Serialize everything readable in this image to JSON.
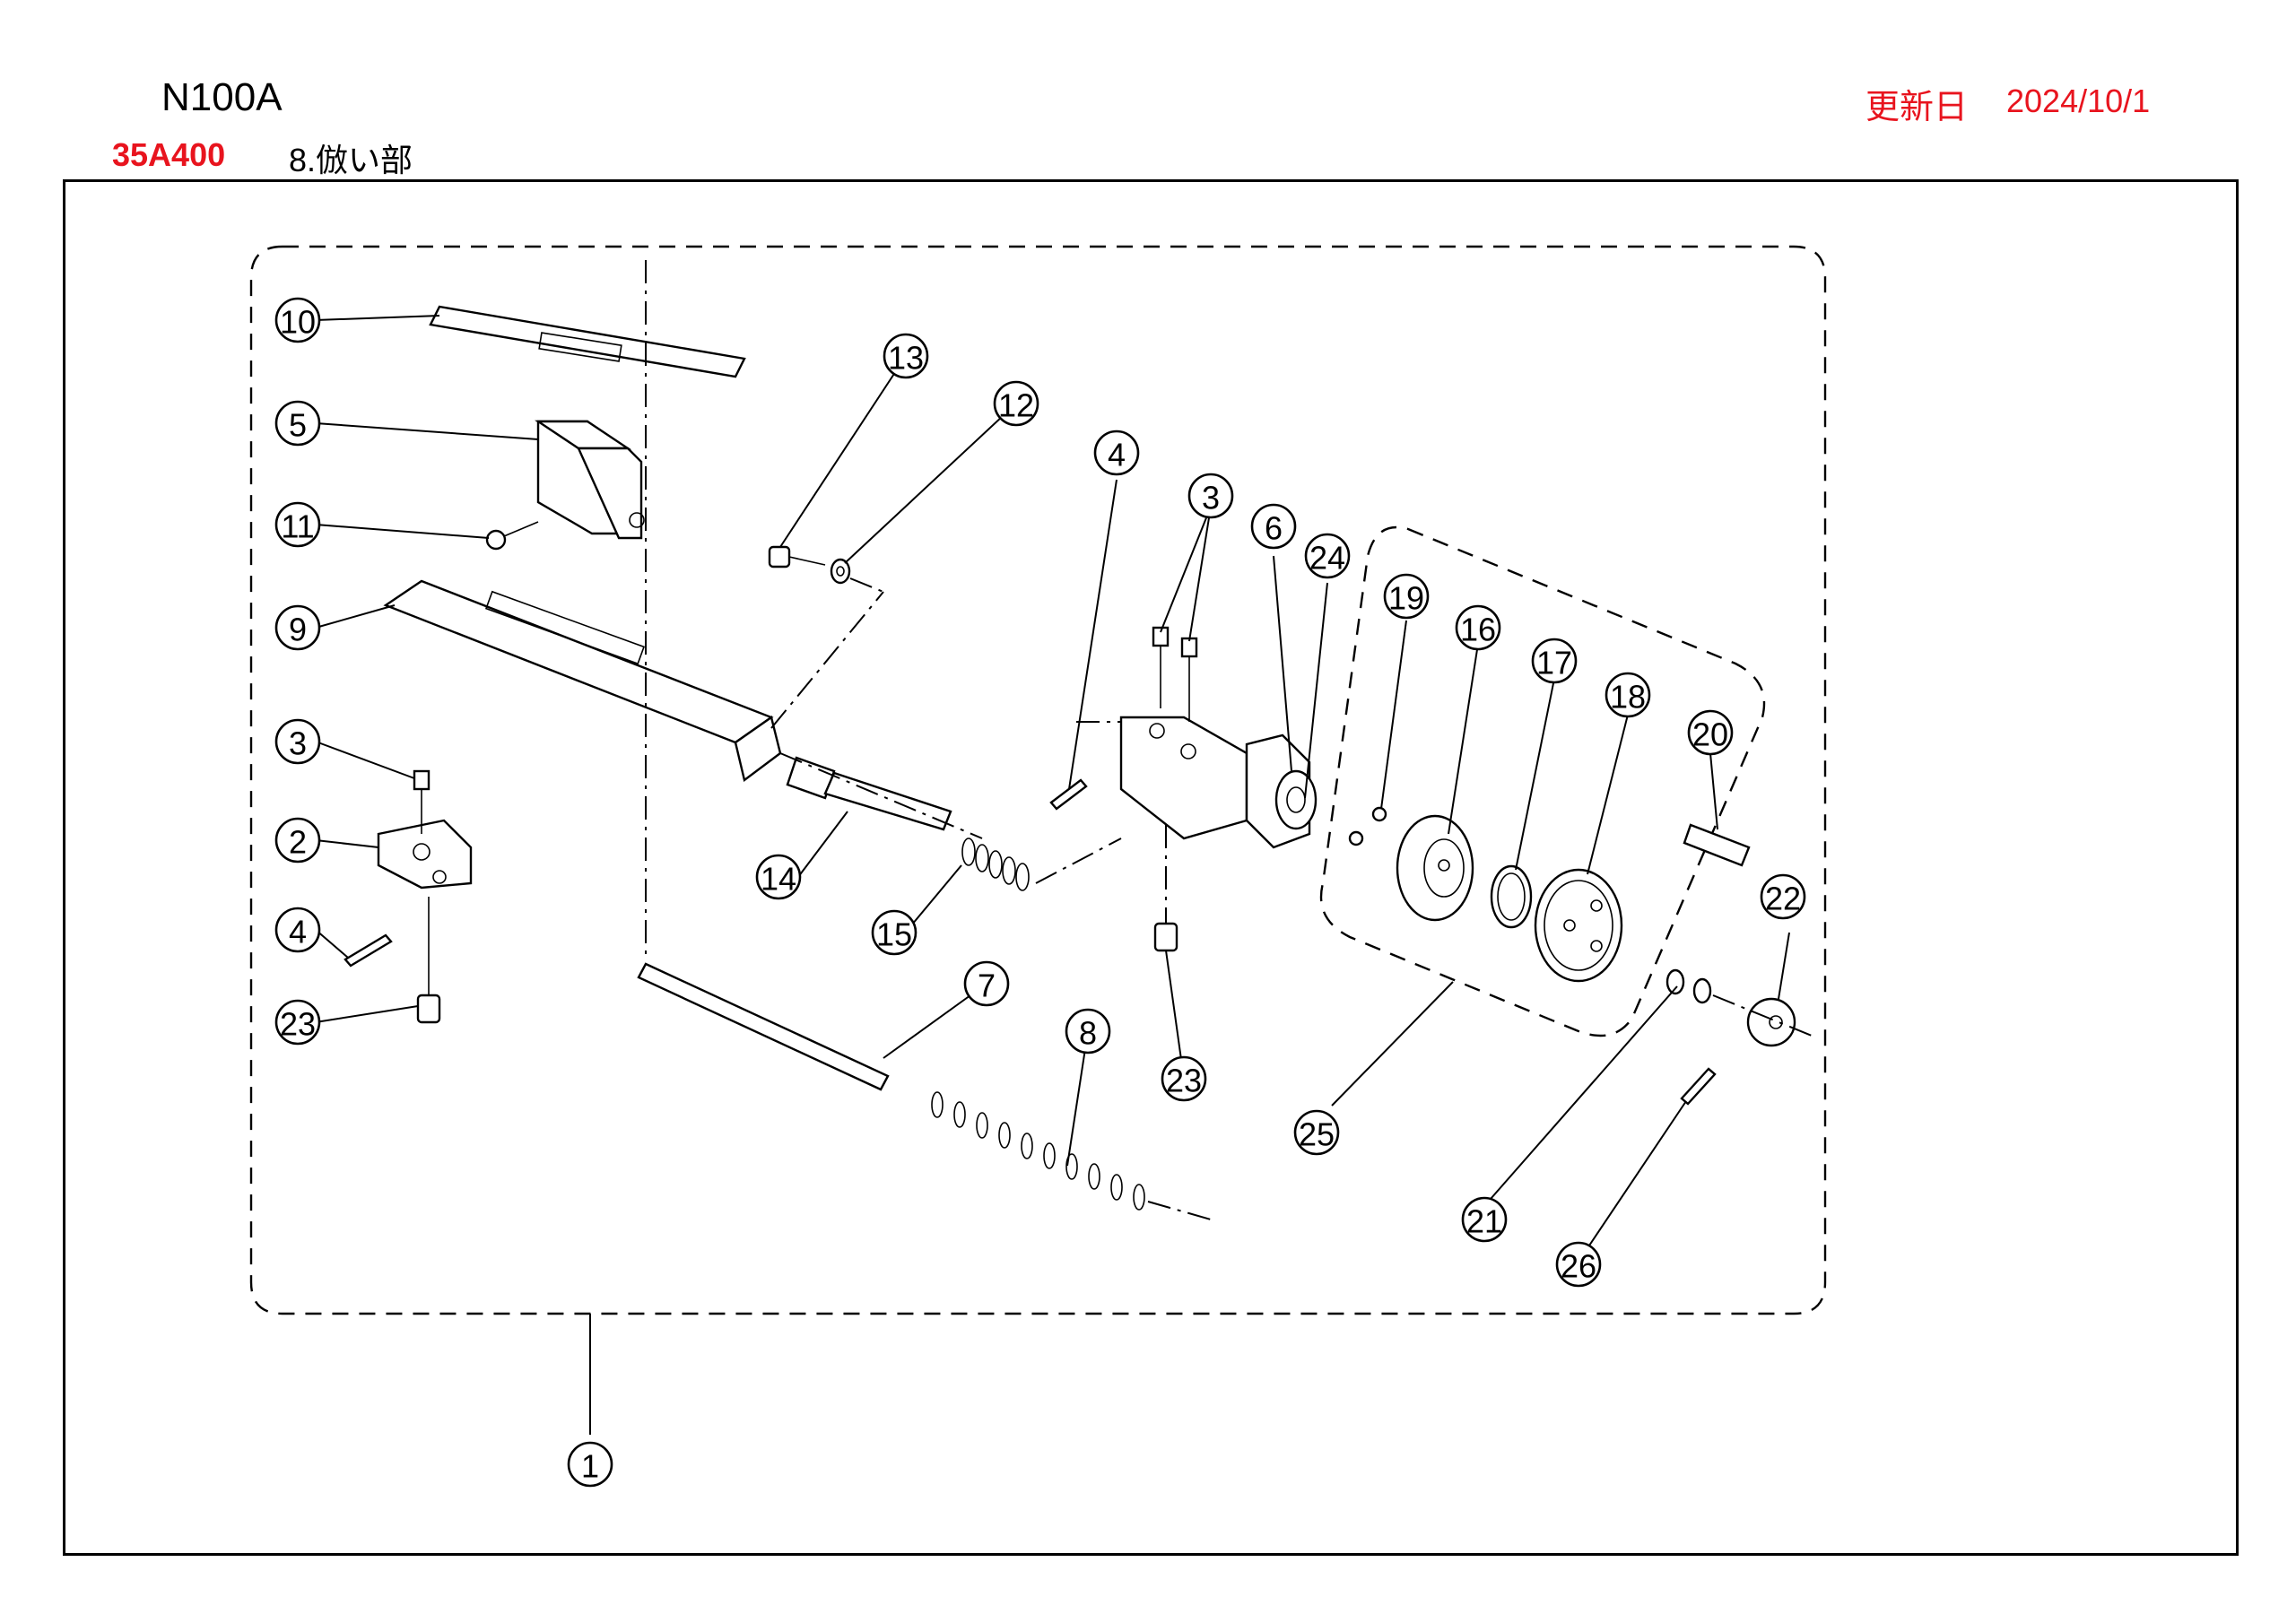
{
  "header": {
    "model": "N100A",
    "code": "35A400",
    "section": "8.倣い部",
    "update_label": "更新日",
    "update_date": "2024/10/1"
  },
  "diagram": {
    "callouts": [
      "10",
      "5",
      "11",
      "9",
      "3",
      "2",
      "4",
      "23",
      "13",
      "12",
      "14",
      "15",
      "7",
      "8",
      "4",
      "3",
      "6",
      "24",
      "23",
      "19",
      "16",
      "17",
      "18",
      "20",
      "25",
      "22",
      "21",
      "26",
      "1"
    ]
  },
  "colors": {
    "accent": "#e8141e",
    "line": "#000000",
    "background": "#ffffff"
  }
}
